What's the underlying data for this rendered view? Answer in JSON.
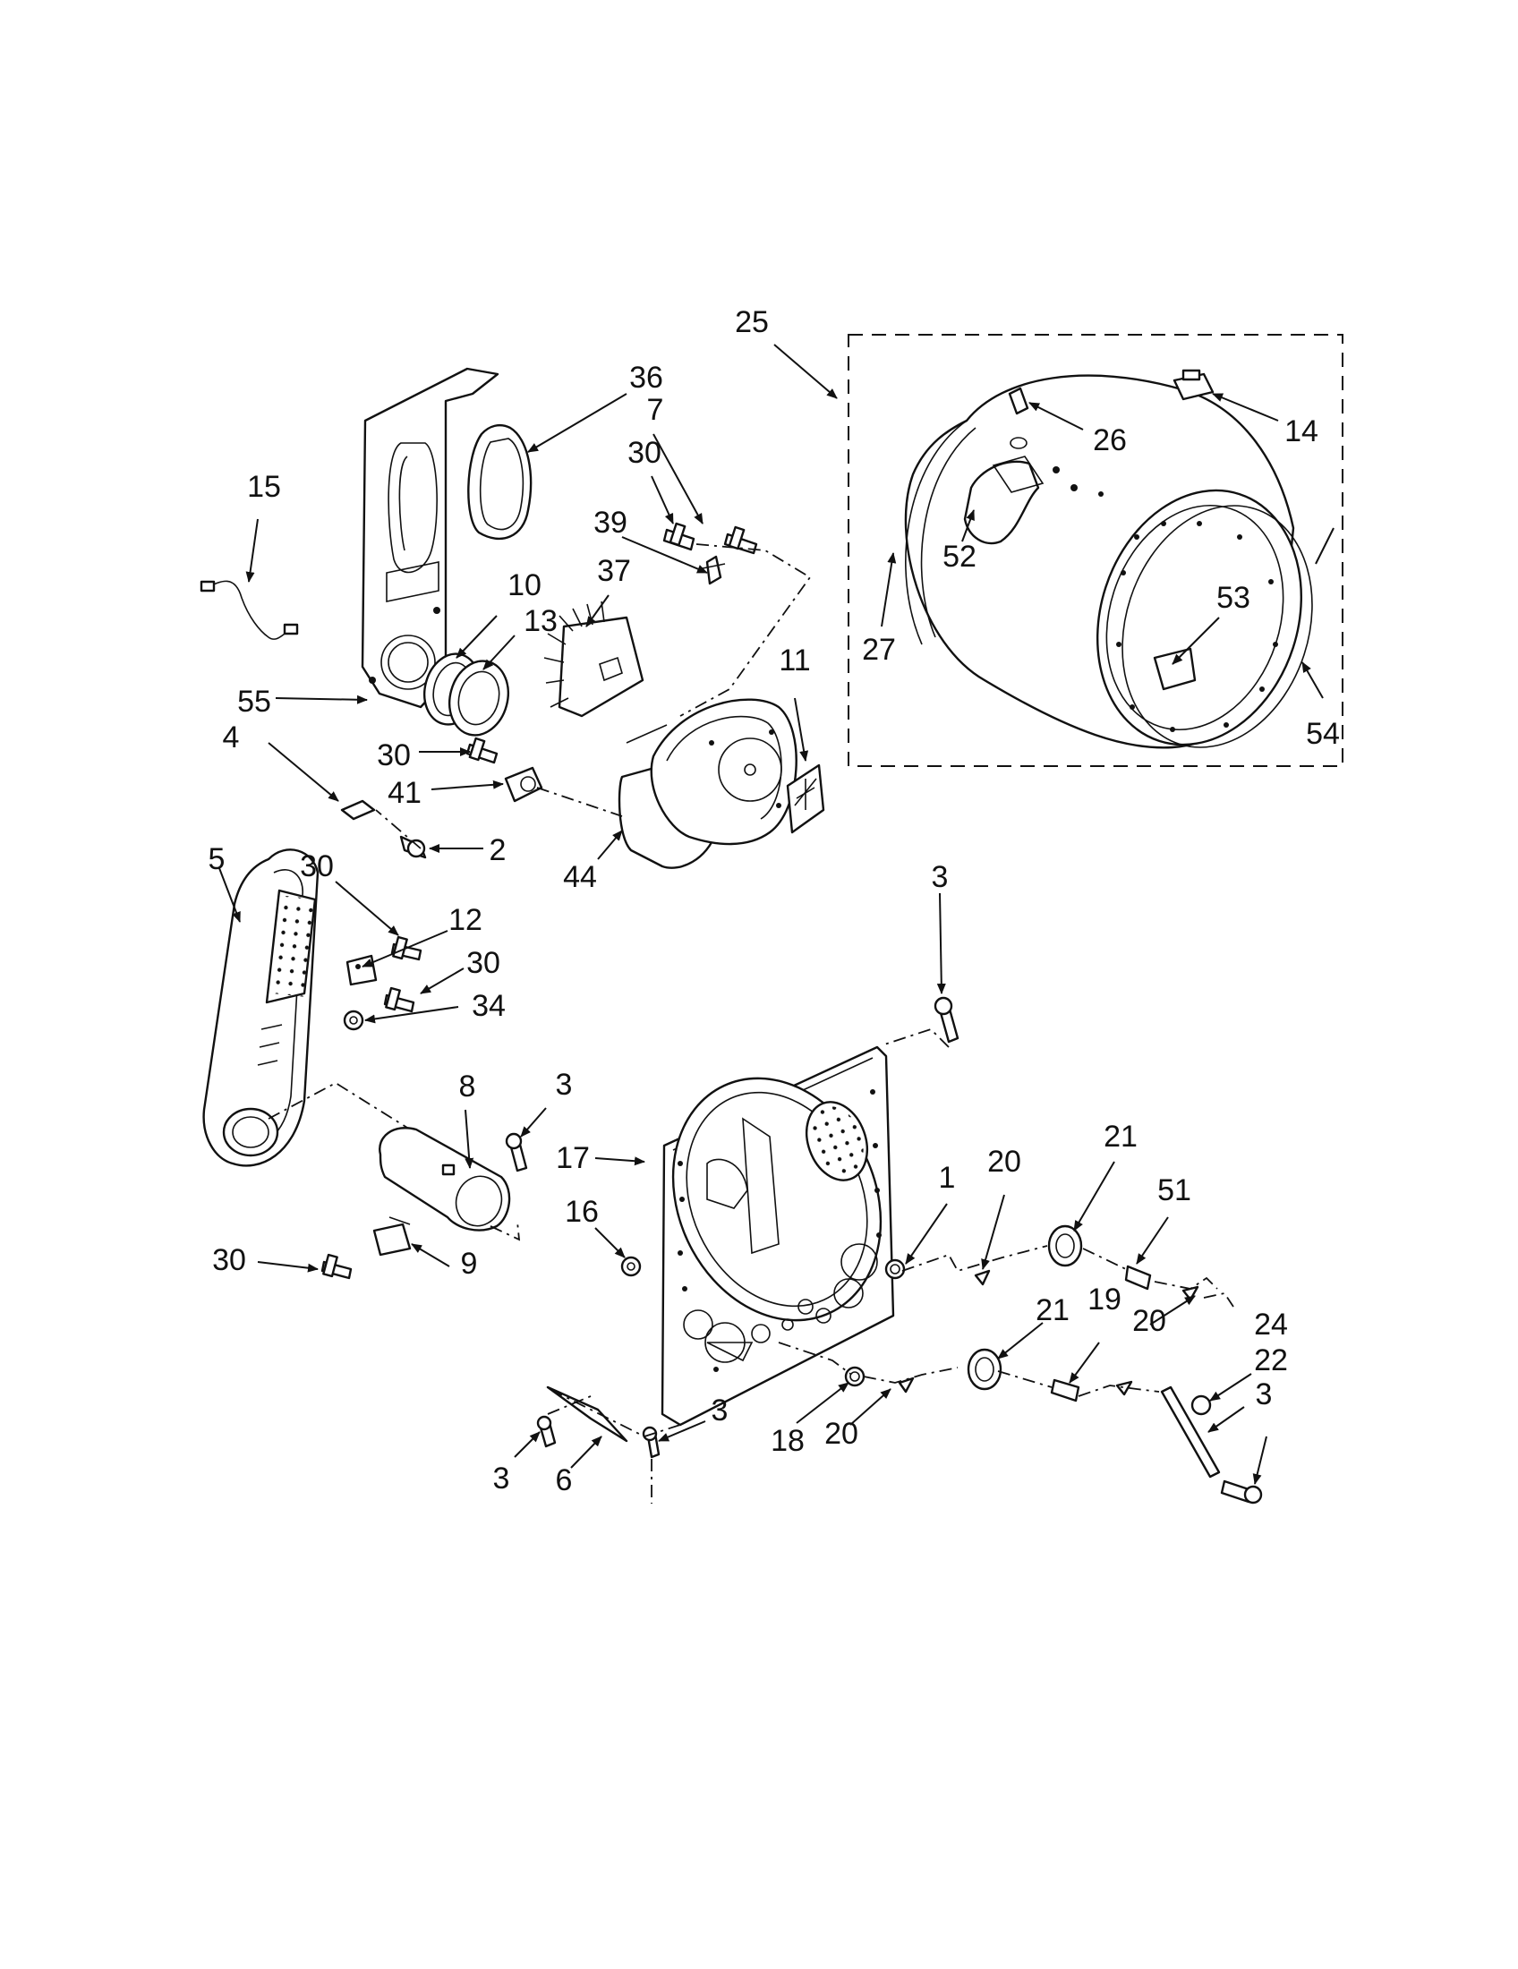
{
  "colors": {
    "line": "#111111",
    "paper": "#ffffff"
  },
  "callouts": [
    {
      "id": "c25",
      "text": "25"
    },
    {
      "id": "c36",
      "text": "36"
    },
    {
      "id": "c7",
      "text": "7"
    },
    {
      "id": "c30a",
      "text": "30"
    },
    {
      "id": "c39",
      "text": "39"
    },
    {
      "id": "c15",
      "text": "15"
    },
    {
      "id": "c37",
      "text": "37"
    },
    {
      "id": "c10",
      "text": "10"
    },
    {
      "id": "c13",
      "text": "13"
    },
    {
      "id": "c11",
      "text": "11"
    },
    {
      "id": "c55",
      "text": "55"
    },
    {
      "id": "c4",
      "text": "4"
    },
    {
      "id": "c30b",
      "text": "30"
    },
    {
      "id": "c41",
      "text": "41"
    },
    {
      "id": "c2",
      "text": "2"
    },
    {
      "id": "c44",
      "text": "44"
    },
    {
      "id": "c14",
      "text": "14"
    },
    {
      "id": "c26",
      "text": "26"
    },
    {
      "id": "c52",
      "text": "52"
    },
    {
      "id": "c53",
      "text": "53"
    },
    {
      "id": "c27",
      "text": "27"
    },
    {
      "id": "c54",
      "text": "54"
    },
    {
      "id": "c5",
      "text": "5"
    },
    {
      "id": "c30c",
      "text": "30"
    },
    {
      "id": "c12",
      "text": "12"
    },
    {
      "id": "c30d",
      "text": "30"
    },
    {
      "id": "c34",
      "text": "34"
    },
    {
      "id": "c8",
      "text": "8"
    },
    {
      "id": "c3a",
      "text": "3"
    },
    {
      "id": "c9",
      "text": "9"
    },
    {
      "id": "c30e",
      "text": "30"
    },
    {
      "id": "c3b",
      "text": "3"
    },
    {
      "id": "c17",
      "text": "17"
    },
    {
      "id": "c16",
      "text": "16"
    },
    {
      "id": "c1",
      "text": "1"
    },
    {
      "id": "c20a",
      "text": "20"
    },
    {
      "id": "c21a",
      "text": "21"
    },
    {
      "id": "c51",
      "text": "51"
    },
    {
      "id": "c20b",
      "text": "20"
    },
    {
      "id": "c21b",
      "text": "21"
    },
    {
      "id": "c19",
      "text": "19"
    },
    {
      "id": "c24",
      "text": "24"
    },
    {
      "id": "c22",
      "text": "22"
    },
    {
      "id": "c3c",
      "text": "3"
    },
    {
      "id": "c3d",
      "text": "3"
    },
    {
      "id": "c18",
      "text": "18"
    },
    {
      "id": "c20c",
      "text": "20"
    },
    {
      "id": "c3e",
      "text": "3"
    },
    {
      "id": "c6",
      "text": "6"
    }
  ]
}
